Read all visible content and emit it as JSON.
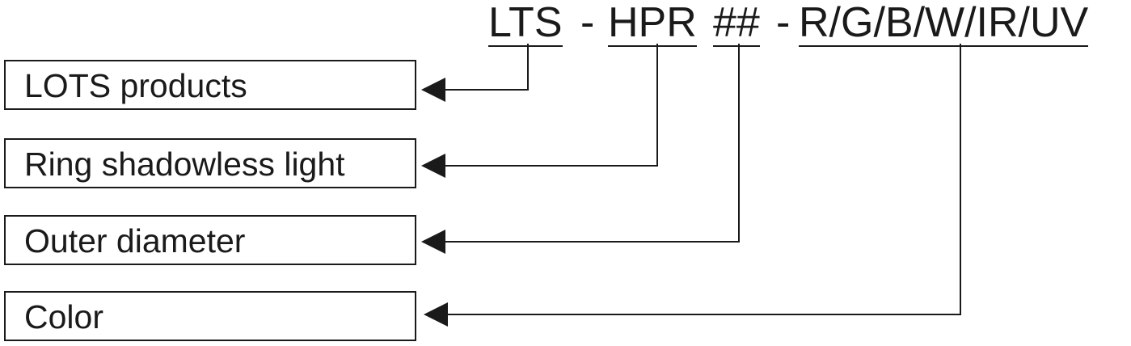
{
  "code": {
    "prefix": "LTS",
    "sep1": "-",
    "series": "HPR",
    "size": "##",
    "sep2": "-",
    "colors": "R/G/B/W/IR/UV"
  },
  "labels": [
    "LOTS products",
    "Ring shadowless light",
    "Outer diameter",
    "Color"
  ]
}
